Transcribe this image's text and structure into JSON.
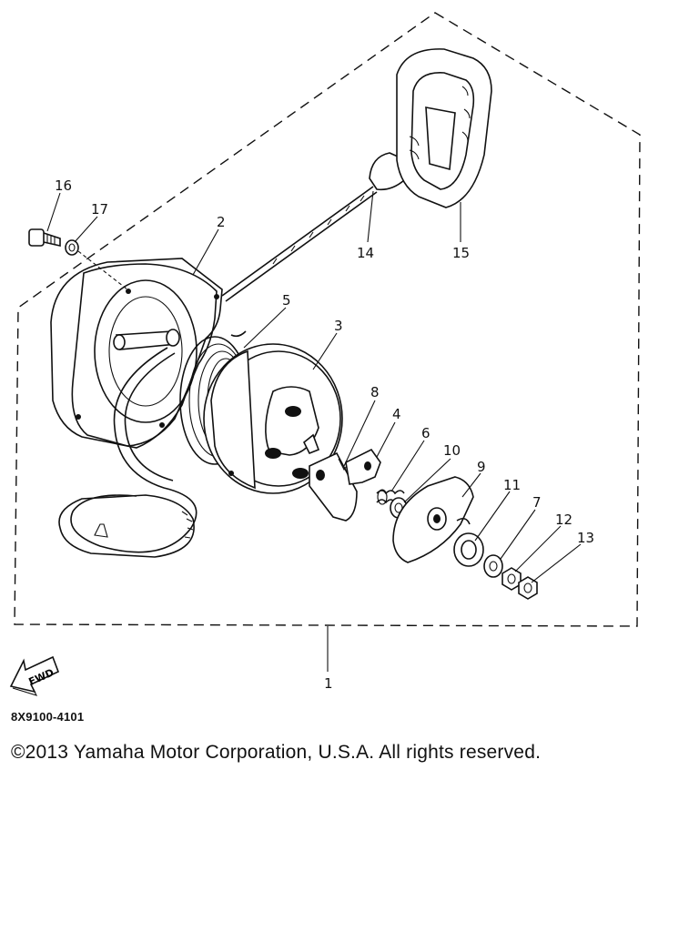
{
  "diagram": {
    "callouts": [
      {
        "id": "1",
        "text": "1"
      },
      {
        "id": "2",
        "text": "2"
      },
      {
        "id": "3",
        "text": "3"
      },
      {
        "id": "4",
        "text": "4"
      },
      {
        "id": "5",
        "text": "5"
      },
      {
        "id": "6",
        "text": "6"
      },
      {
        "id": "7",
        "text": "7"
      },
      {
        "id": "8",
        "text": "8"
      },
      {
        "id": "9",
        "text": "9"
      },
      {
        "id": "10",
        "text": "10"
      },
      {
        "id": "11",
        "text": "11"
      },
      {
        "id": "12",
        "text": "12"
      },
      {
        "id": "13",
        "text": "13"
      },
      {
        "id": "14",
        "text": "14"
      },
      {
        "id": "15",
        "text": "15"
      },
      {
        "id": "16",
        "text": "16"
      },
      {
        "id": "17",
        "text": "17"
      }
    ],
    "fwd_label": "FWD",
    "drawing_number": "8X9100-4101"
  },
  "footer": {
    "copyright": "©2013 Yamaha Motor Corporation, U.S.A. All rights reserved."
  },
  "colors": {
    "ink": "#111111",
    "background": "#ffffff"
  }
}
